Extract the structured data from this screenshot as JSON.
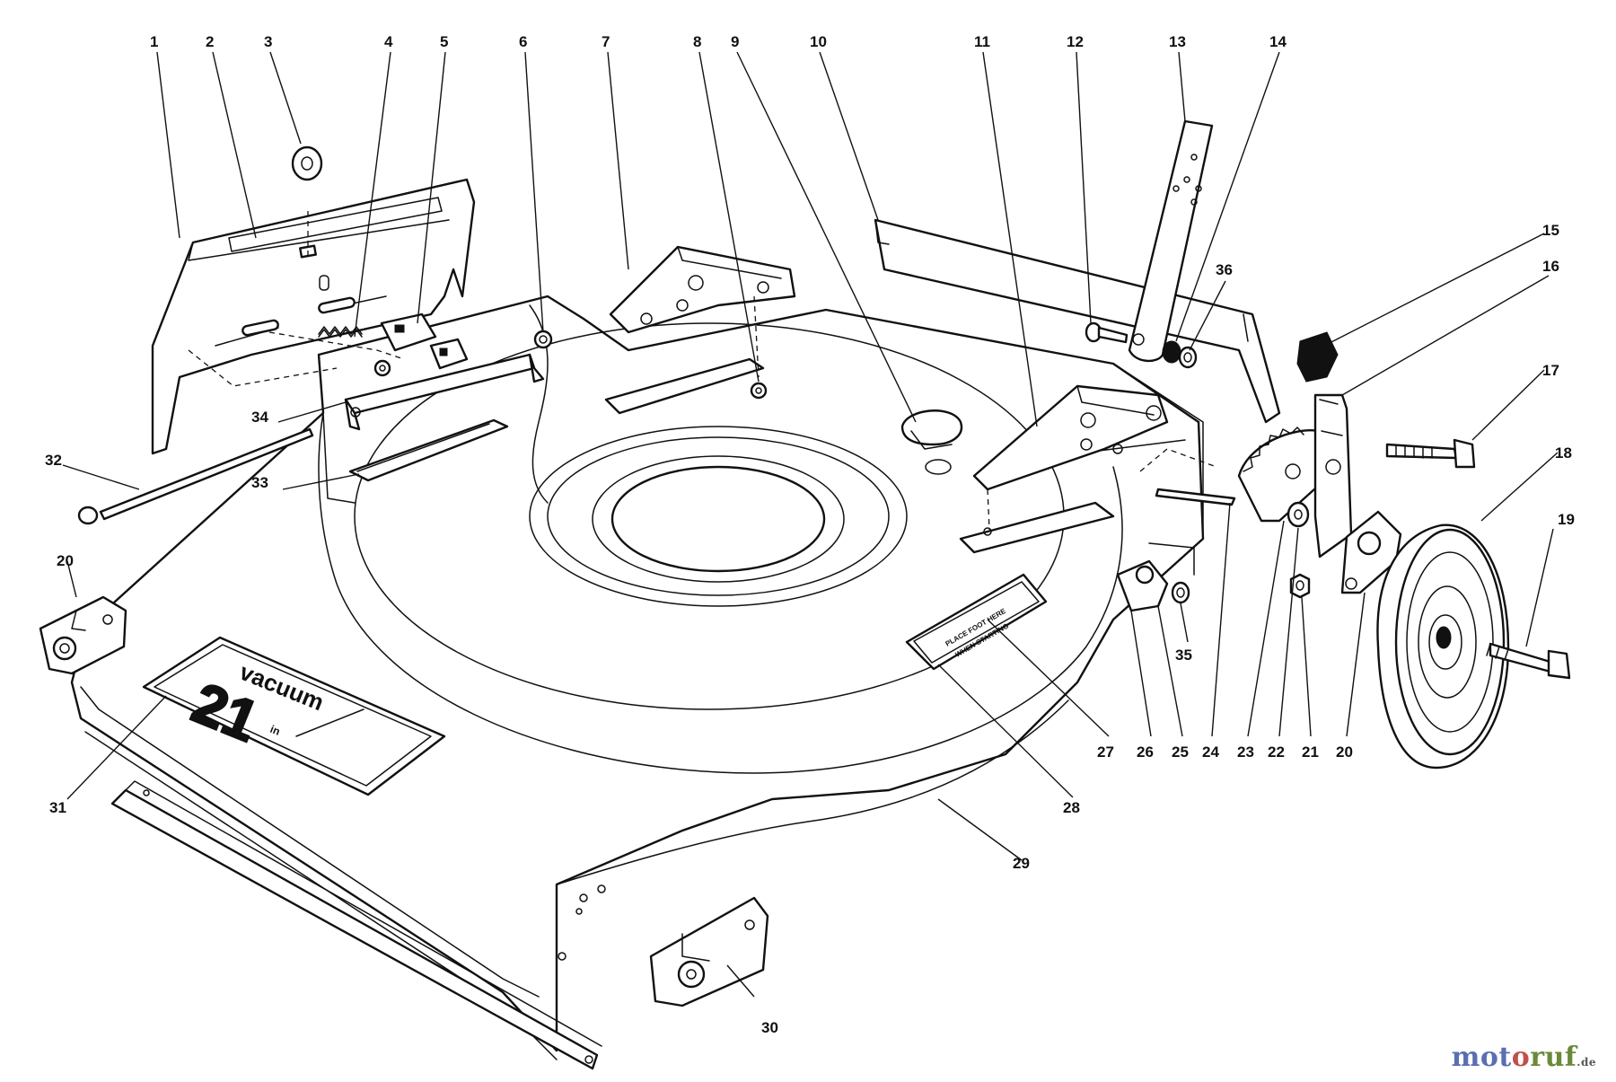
{
  "callouts": {
    "c1": "1",
    "c2": "2",
    "c3": "3",
    "c4": "4",
    "c5": "5",
    "c6": "6",
    "c7": "7",
    "c8": "8",
    "c9": "9",
    "c10": "10",
    "c11": "11",
    "c12": "12",
    "c13": "13",
    "c14": "14",
    "c15": "15",
    "c16": "16",
    "c17": "17",
    "c18": "18",
    "c19": "19",
    "c20a": "20",
    "c20b": "20",
    "c21": "21",
    "c22": "22",
    "c23": "23",
    "c24": "24",
    "c25": "25",
    "c26": "26",
    "c27": "27",
    "c28": "28",
    "c29": "29",
    "c30": "30",
    "c31": "31",
    "c32": "32",
    "c33": "33",
    "c34": "34",
    "c35": "35",
    "c36": "36"
  },
  "decals": {
    "model_word": "vacuum",
    "model_number": "21",
    "model_unit": "in",
    "warning_line1": "PLACE FOOT HERE",
    "warning_line2": "WHEN STARTING"
  },
  "watermark": {
    "part_a": "mot",
    "part_b": "o",
    "part_c": "ruf",
    "tld": ".de"
  }
}
